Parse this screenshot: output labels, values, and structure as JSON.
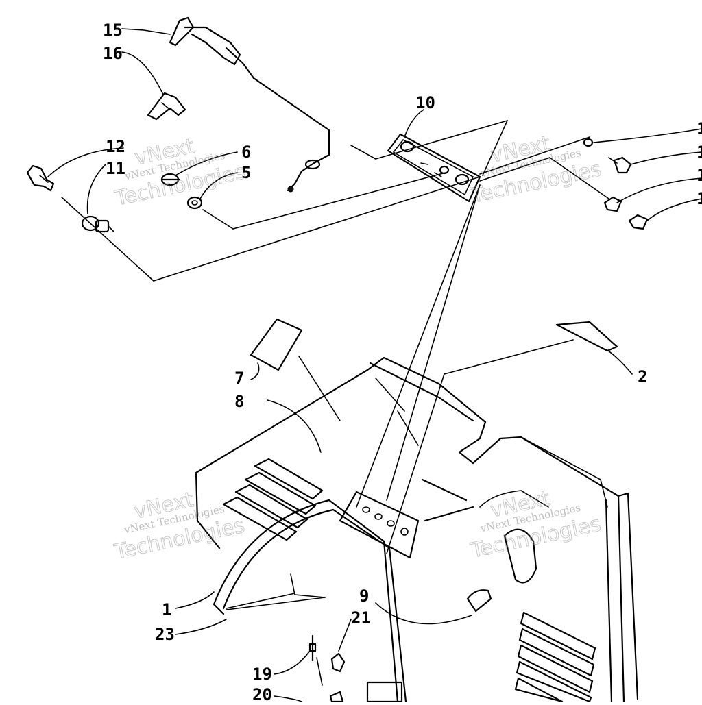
{
  "diagram": {
    "callouts": [
      "15",
      "16",
      "12",
      "11",
      "6",
      "5",
      "10",
      "2",
      "7",
      "8",
      "1",
      "23",
      "9",
      "21",
      "19",
      "20",
      "1",
      "1",
      "1",
      "1"
    ],
    "watermark": {
      "small_text": "vNext Technologies",
      "big_top": "vNext",
      "big_bottom": "Technologies"
    }
  }
}
